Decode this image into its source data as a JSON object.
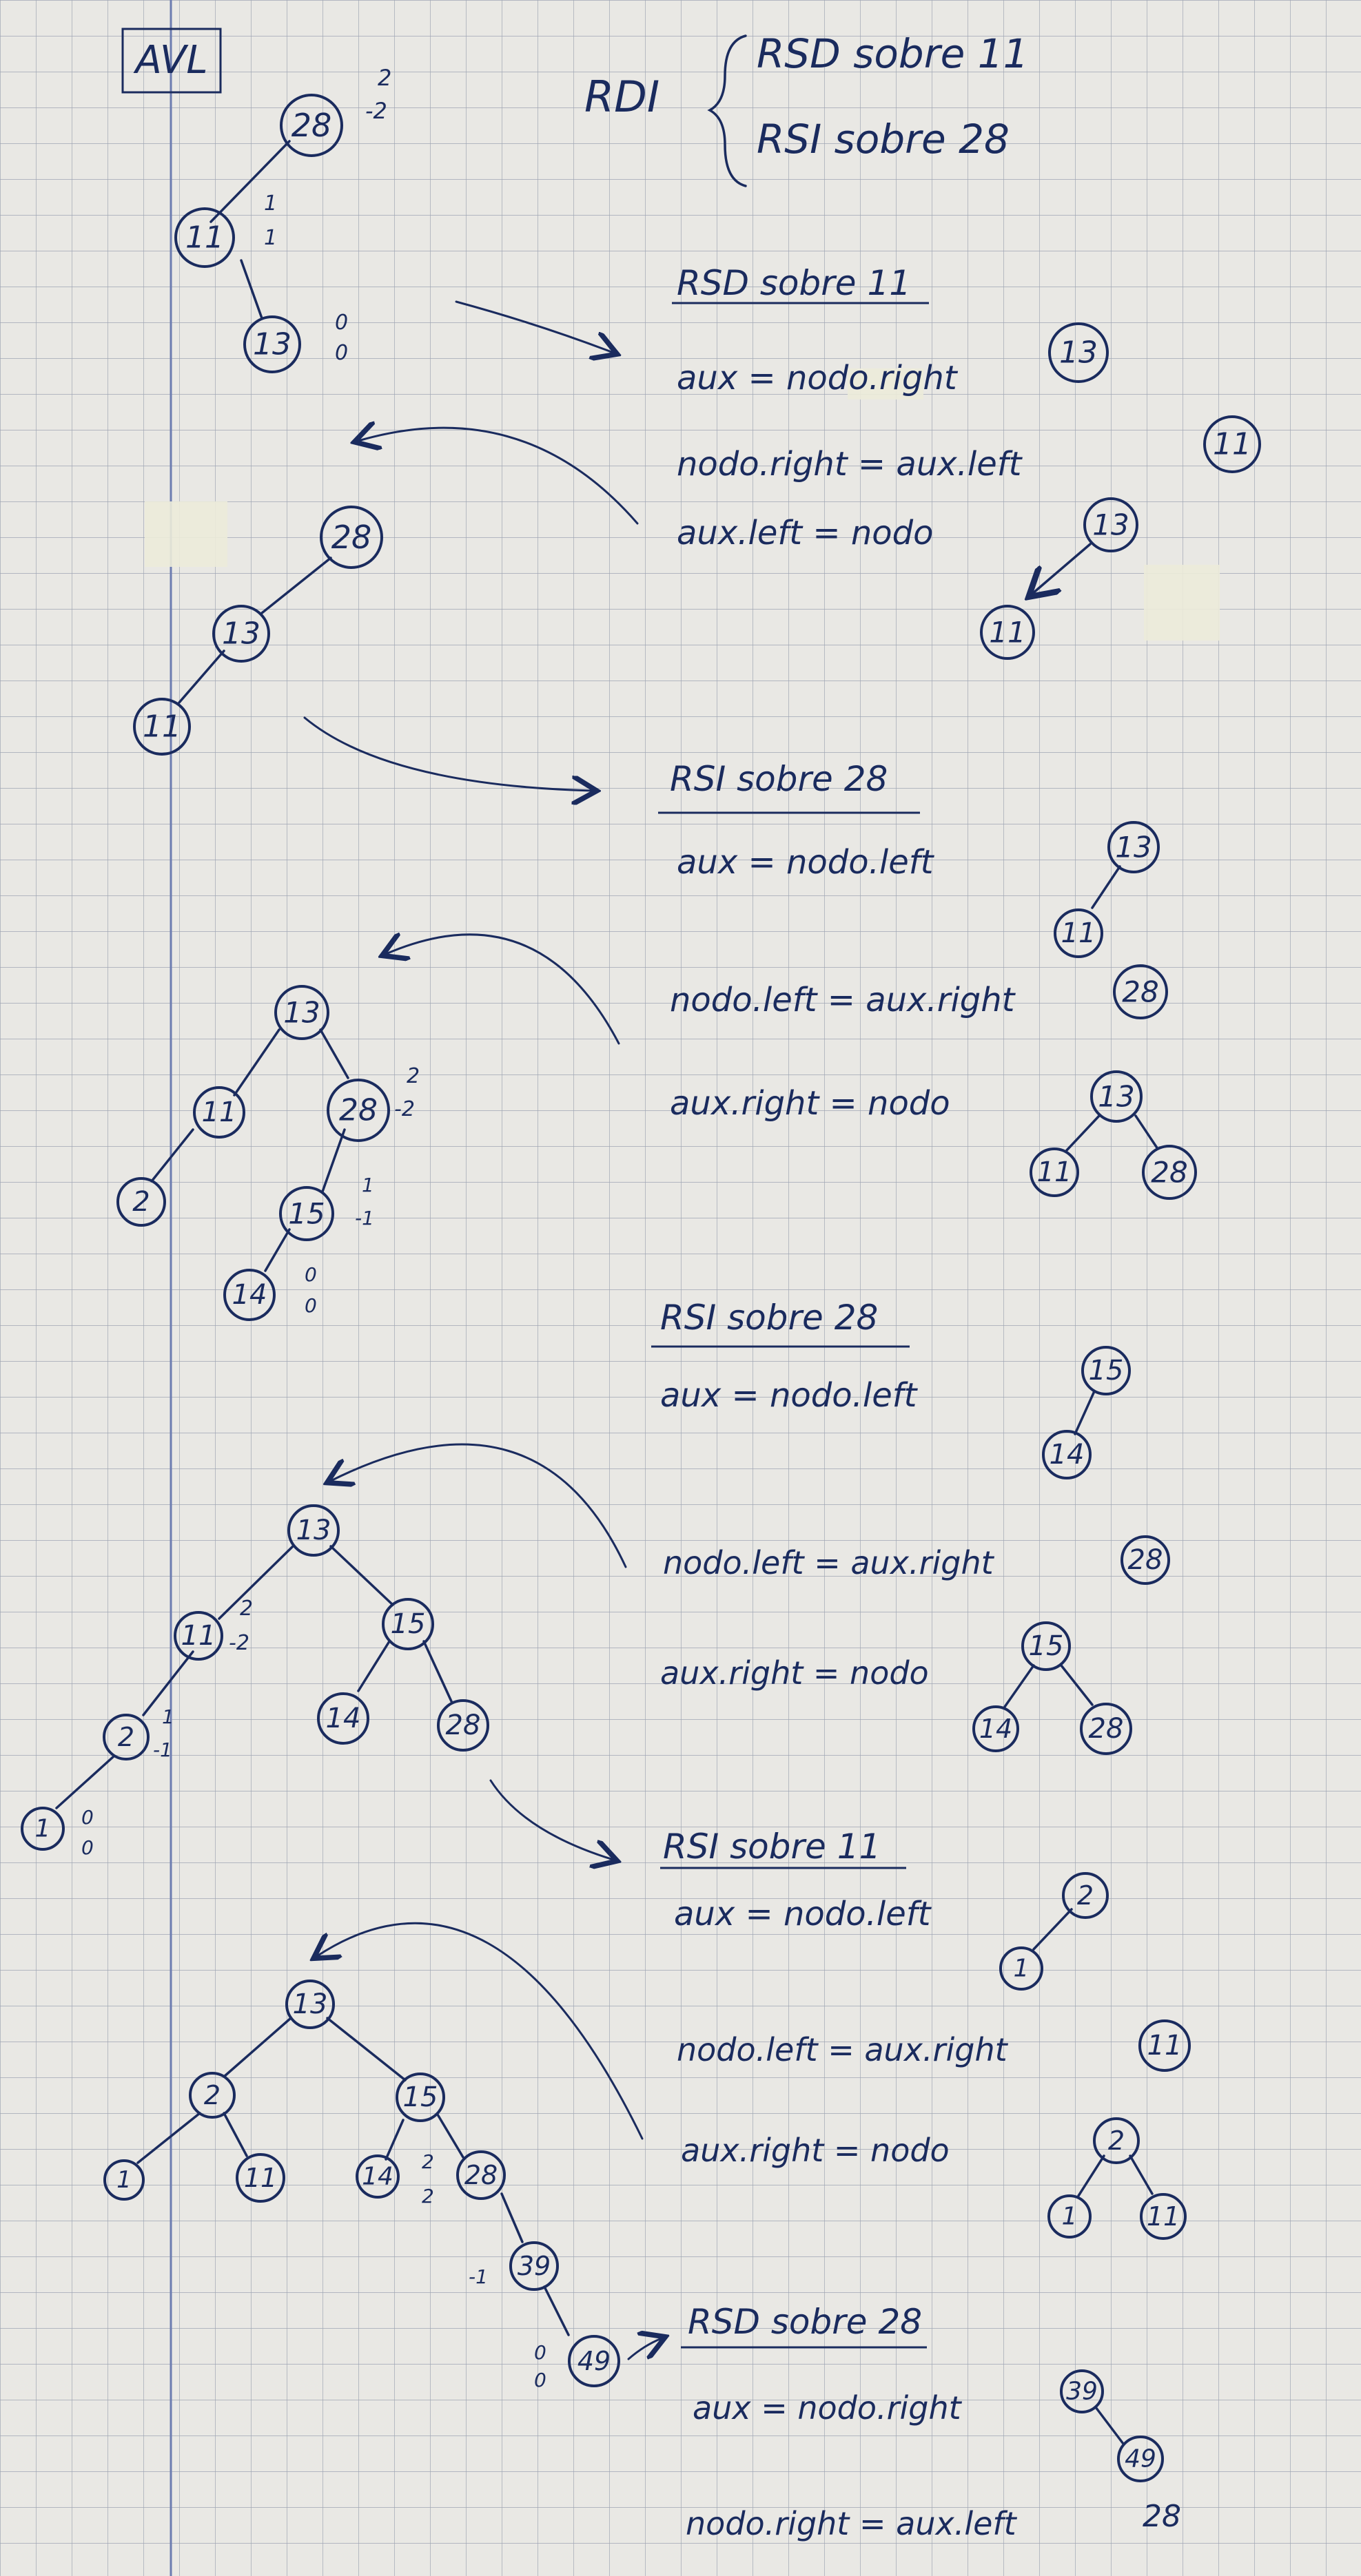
{
  "title": "AVL",
  "rdi": {
    "label": "RDI",
    "line1": "RSD sobre 11",
    "line2": "RSI sobre 28"
  },
  "sections": [
    {
      "heading": "RSD sobre 11",
      "lines": [
        "aux = nodo.right",
        "nodo.right = aux.left",
        "aux.left = nodo"
      ]
    },
    {
      "heading": "RSI sobre 28",
      "lines": [
        "aux = nodo.left",
        "nodo.left = aux.right",
        "aux.right = nodo"
      ]
    },
    {
      "heading": "RSI sobre 28",
      "lines": [
        "aux = nodo.left",
        "nodo.left = aux.right",
        "aux.right = nodo"
      ]
    },
    {
      "heading": "RSI sobre 11",
      "lines": [
        "aux = nodo.left",
        "nodo.left = aux.right",
        "aux.right = nodo"
      ]
    },
    {
      "heading": "RSD sobre 28",
      "lines": [
        "aux = nodo.right",
        "nodo.right = aux.left"
      ]
    }
  ],
  "nodes": {
    "n28": "28",
    "n11": "11",
    "n13": "13",
    "n15": "15",
    "n14": "14",
    "n2": "2",
    "n1": "1",
    "n39": "39",
    "n49": "49",
    "n28b": "28"
  },
  "balance": {
    "b28a": "2",
    "b28b": "-2",
    "b11a": "1",
    "b11b": "1",
    "b13": "0",
    "b28c": "2",
    "b28d": "-2",
    "b15a": "1",
    "b15b": "-1",
    "b14": "0",
    "b11c": "2",
    "b11d": "-2",
    "b2a": "1",
    "b2b": "-1",
    "b1": "0",
    "b14c": "2",
    "b14d": "2",
    "b39": "-1",
    "b49": "0"
  },
  "loose_text": "28"
}
